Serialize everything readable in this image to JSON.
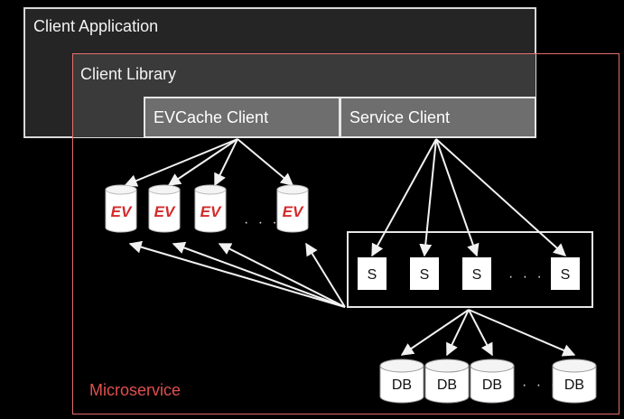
{
  "client_application": {
    "label": "Client Application"
  },
  "client_library": {
    "label": "Client Library"
  },
  "evcache_client": {
    "label": "EVCache Client"
  },
  "service_client": {
    "label": "Service Client"
  },
  "microservice": {
    "label": "Microservice"
  },
  "ev_node": {
    "label": "EV"
  },
  "service_node": {
    "label": "S"
  },
  "db_node": {
    "label": "DB"
  },
  "ellipsis": "· · ·",
  "colors": {
    "ev_red": "#d42a2a",
    "microservice_border": "#e0706e",
    "microservice_text": "#e0504e"
  }
}
